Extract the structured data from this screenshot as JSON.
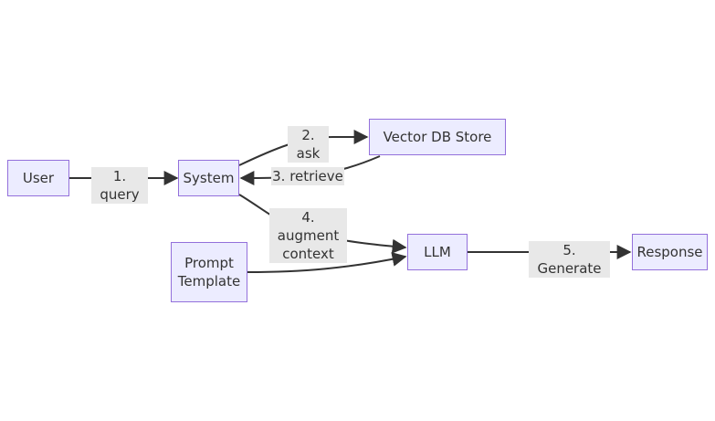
{
  "diagram": {
    "colors": {
      "node_fill": "#ECECFF",
      "node_border": "#9370DB",
      "edge": "#333333",
      "label_bg": "#e8e8e8"
    },
    "nodes": {
      "user": "User",
      "system": "System",
      "vector_db": "Vector DB Store",
      "prompt_template": "Prompt\nTemplate",
      "llm": "LLM",
      "response": "Response"
    },
    "edges": [
      {
        "from": "User",
        "to": "System",
        "label": "1. query"
      },
      {
        "from": "System",
        "to": "Vector DB Store",
        "label": "2. ask"
      },
      {
        "from": "Vector DB Store",
        "to": "System",
        "label": "3. retrieve"
      },
      {
        "from": "System",
        "to": "LLM",
        "label": "4. augment\ncontext"
      },
      {
        "from": "Prompt Template",
        "to": "LLM",
        "label": ""
      },
      {
        "from": "LLM",
        "to": "Response",
        "label": "5. Generate"
      }
    ]
  }
}
